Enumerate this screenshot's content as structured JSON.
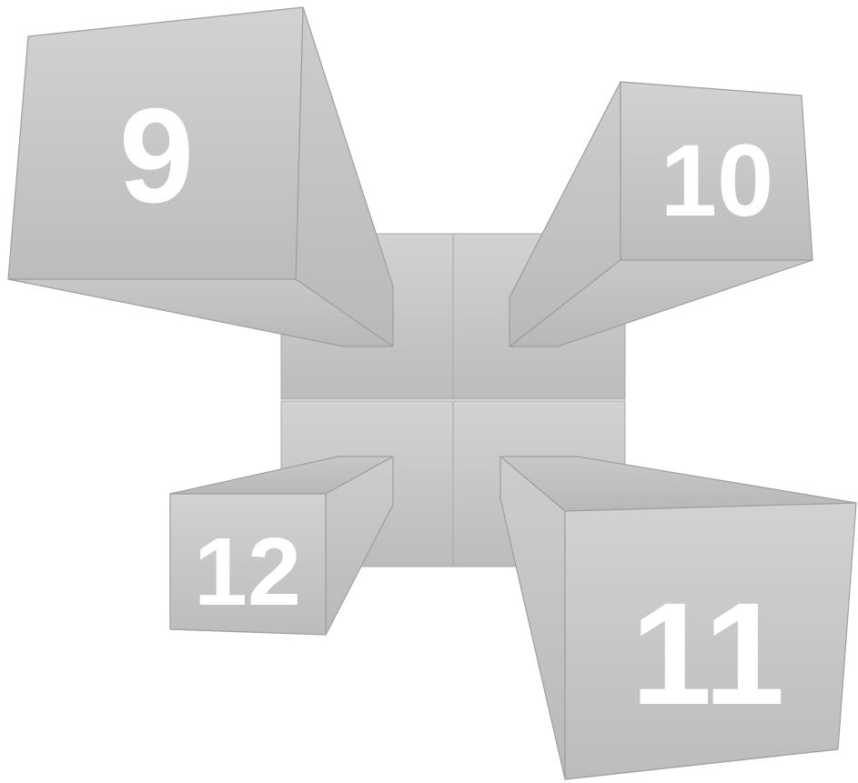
{
  "blocks": [
    {
      "id": "block-9",
      "label": "9"
    },
    {
      "id": "block-10",
      "label": "10"
    },
    {
      "id": "block-11",
      "label": "11"
    },
    {
      "id": "block-12",
      "label": "12"
    }
  ],
  "colors": {
    "face_light": "#d4d4d4",
    "face_dark": "#bdbdbd",
    "edge": "#9e9e9e",
    "label": "#ffffff"
  }
}
